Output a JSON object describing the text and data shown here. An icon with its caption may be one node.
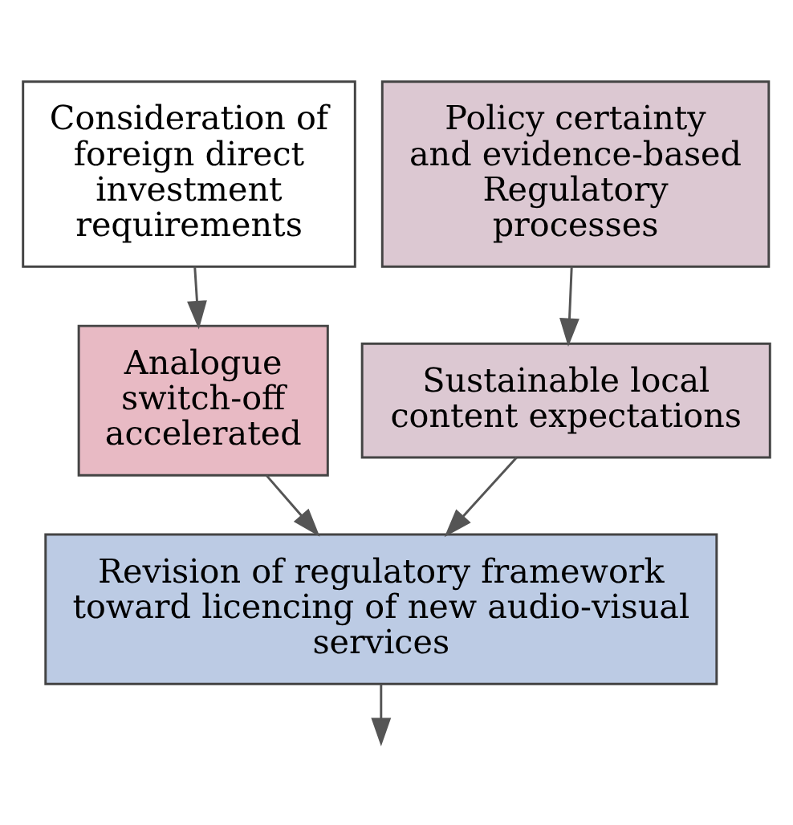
{
  "diagram": {
    "nodes": [
      {
        "text": [
          "Consideration of foreign direct investment requirements"
        ]
      },
      {
        "text": [
          "Policy certainty and evidence-based Regulatory processes"
        ]
      },
      {
        "text": [
          "Analogue switch-off accelerated"
        ]
      },
      {
        "text": [
          "Sustainable local content expectations"
        ]
      },
      {
        "text": [
          "Revision of regulatory framework toward licencing of new audio-visual services"
        ]
      }
    ],
    "edges": [
      {
        "from": 0,
        "to": 2,
        "arrow": "to"
      },
      {
        "from": 1,
        "to": 3,
        "arrow": "to"
      },
      {
        "from": 2,
        "to": 4,
        "arrow": "to"
      },
      {
        "from": 3,
        "to": 4,
        "arrow": "to"
      },
      {
        "from": 4,
        "to": null,
        "arrow": "to"
      }
    ]
  }
}
